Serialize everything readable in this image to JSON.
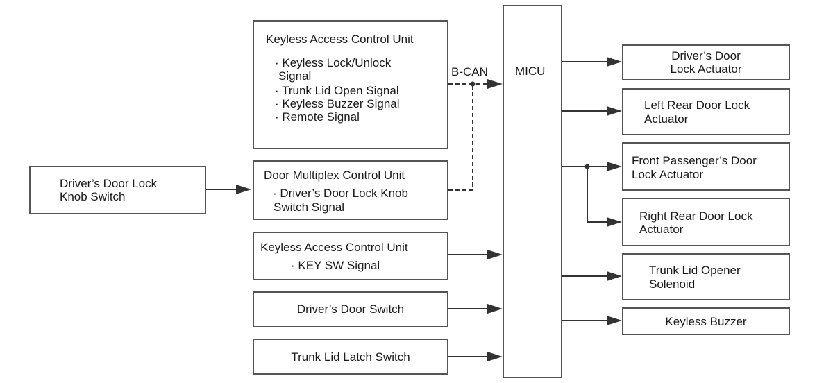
{
  "keyless_control_unit": {
    "title": "Keyless Access Control Unit",
    "signals": [
      "· Keyless Lock/Unlock",
      "Signal",
      "· Trunk Lid Open Signal",
      "· Keyless Buzzer Signal",
      "· Remote Signal"
    ]
  },
  "bus_label": "B-CAN",
  "micu_label": "MICU",
  "knob_switch": {
    "line1": "Driver’s Door Lock",
    "line2": "Knob Switch"
  },
  "door_multiplex_unit": {
    "title": "Door Multiplex Control Unit",
    "signals": [
      "· Driver’s Door Lock Knob",
      "Switch Signal"
    ]
  },
  "keyless_key_sw": {
    "title": "Keyless Access Control Unit",
    "signal": "· KEY SW Signal"
  },
  "driver_door_switch": "Driver’s Door Switch",
  "trunk_latch_switch": "Trunk Lid Latch Switch",
  "outputs": [
    {
      "line1": "Driver’s Door",
      "line2": "Lock Actuator"
    },
    {
      "line1": "Left Rear Door Lock",
      "line2": "Actuator"
    },
    {
      "line1": "Front Passenger’s Door",
      "line2": "Lock Actuator"
    },
    {
      "line1": "Right Rear Door Lock",
      "line2": "Actuator"
    },
    {
      "line1": "Trunk Lid Opener",
      "line2": "Solenoid"
    },
    {
      "line1": "Keyless Buzzer",
      "line2": ""
    }
  ]
}
